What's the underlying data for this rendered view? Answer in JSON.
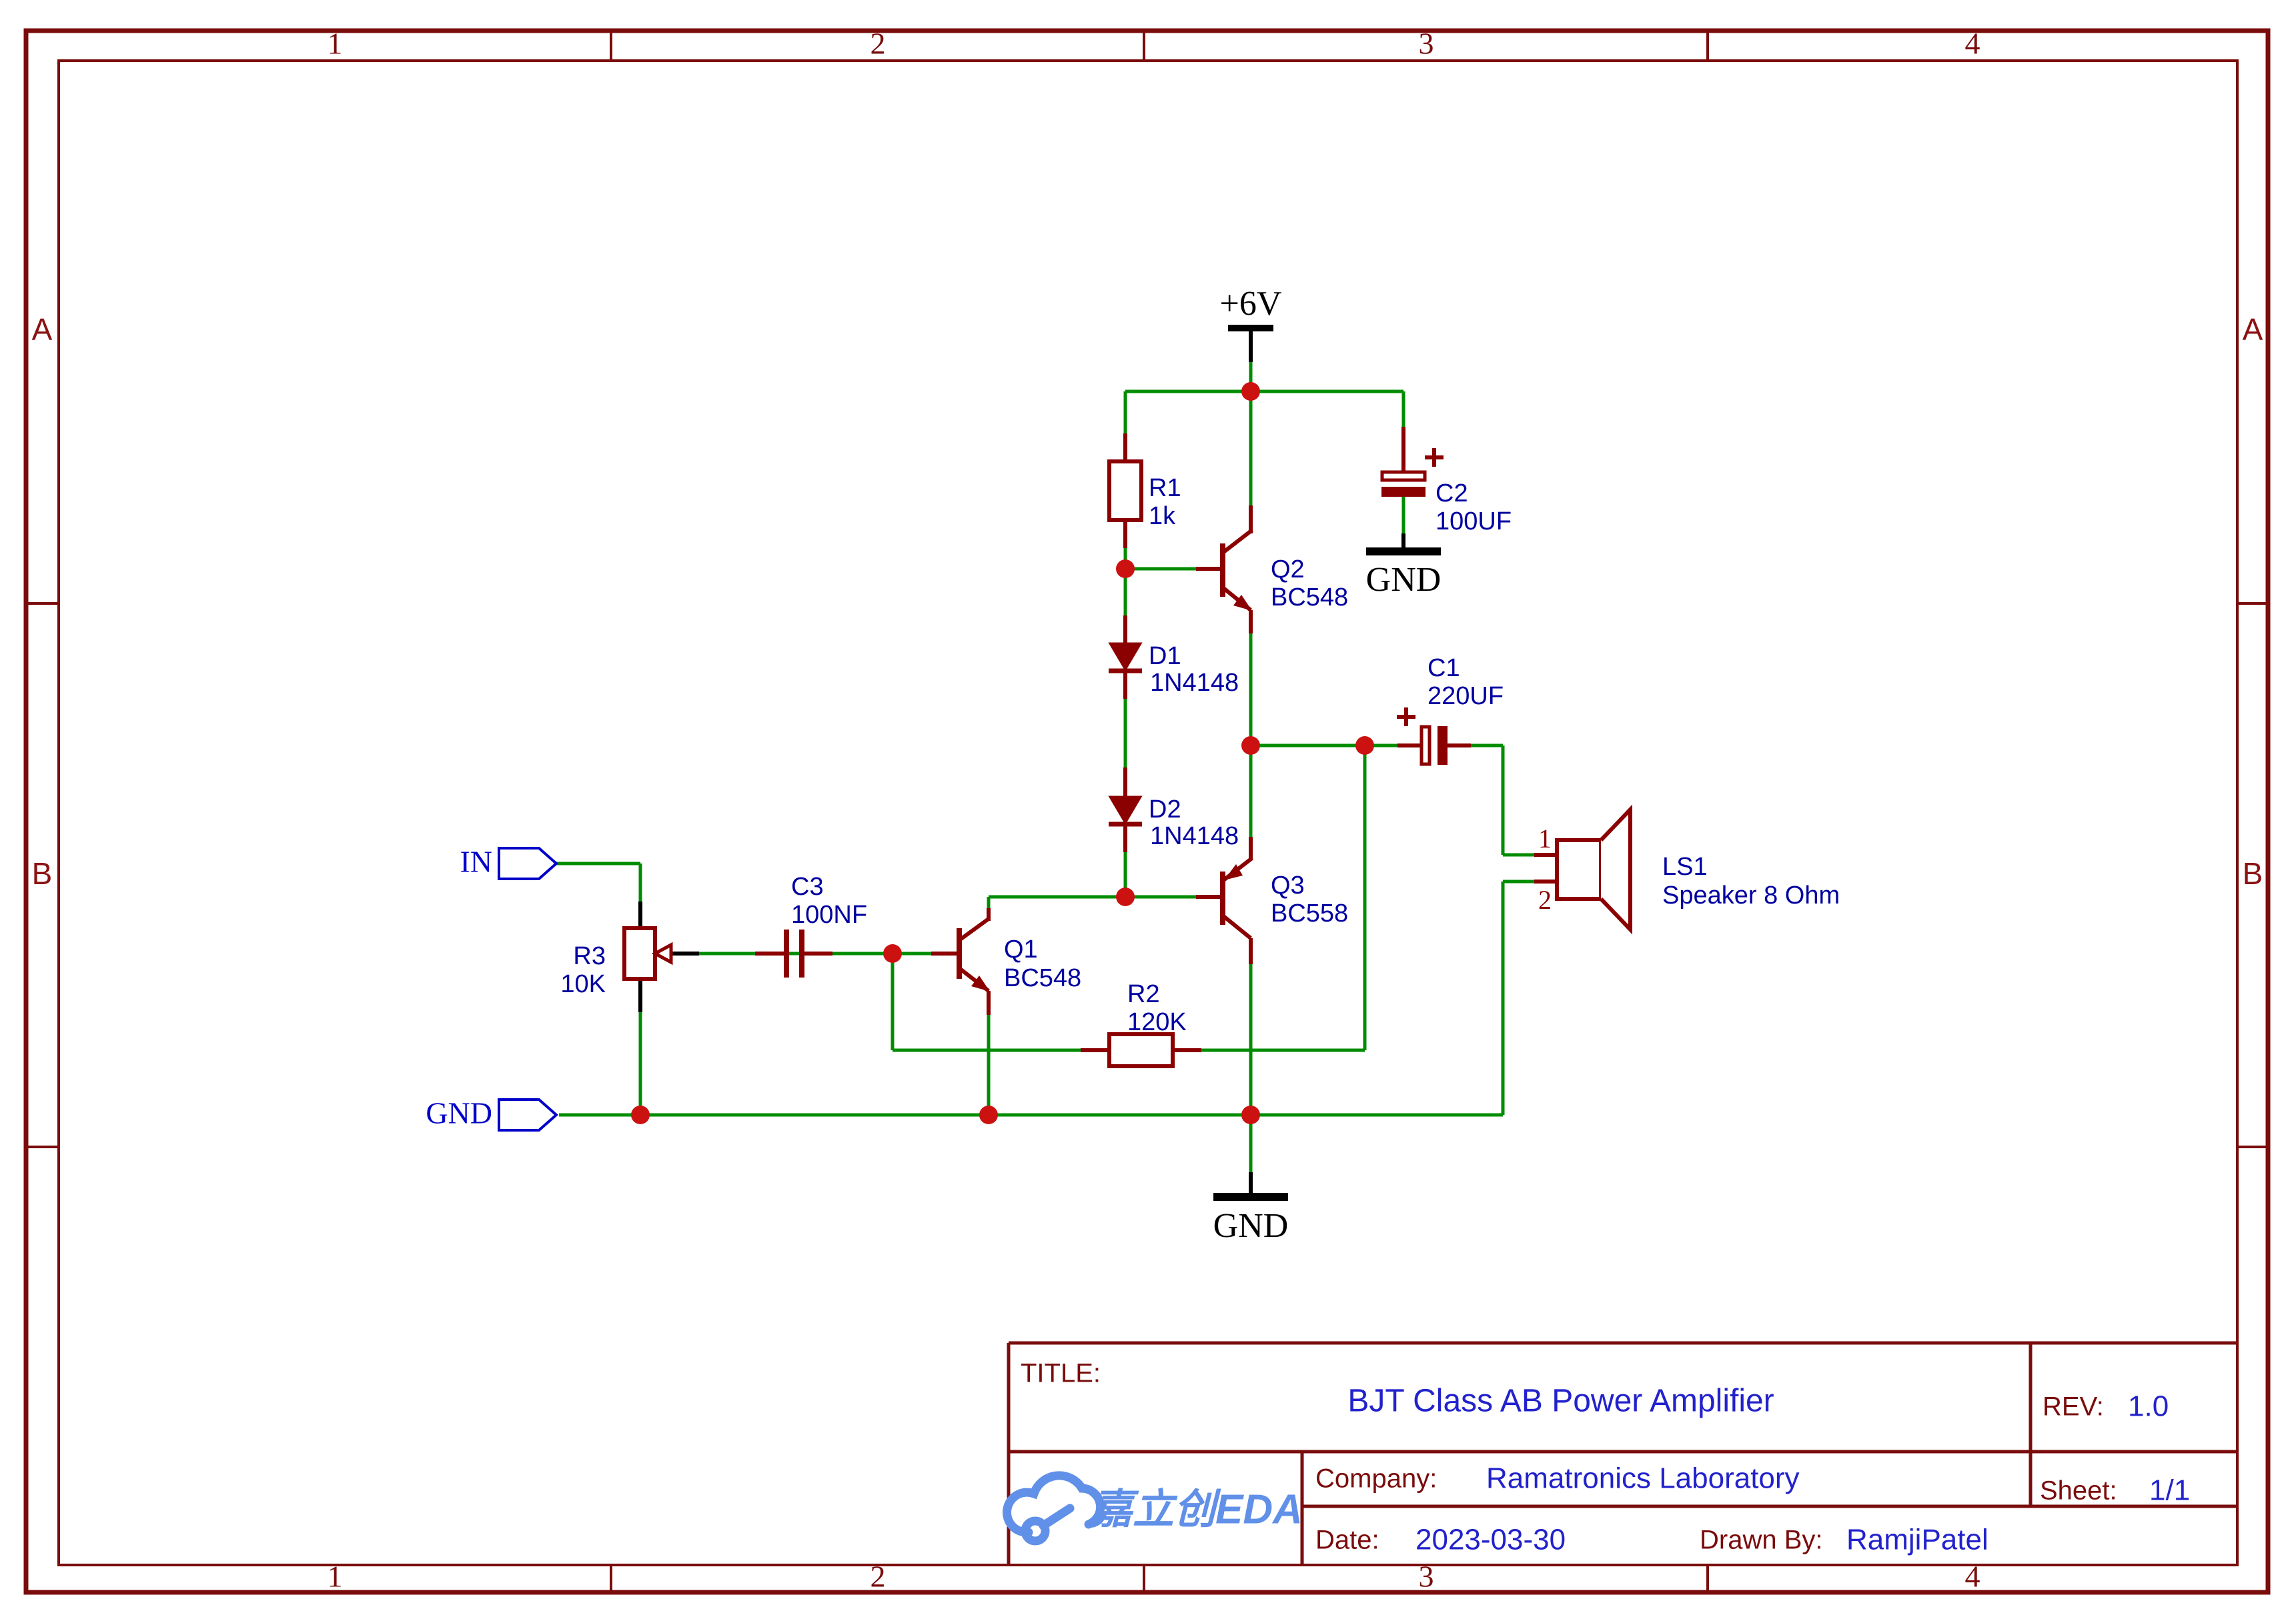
{
  "sheet": {
    "columns": [
      "1",
      "2",
      "3",
      "4"
    ],
    "rows": [
      "A",
      "B"
    ]
  },
  "power": {
    "vcc_label": "+6V",
    "gnd_main_label": "GND",
    "gnd_c2_label": "GND"
  },
  "ports": {
    "input_label": "IN",
    "ground_label": "GND"
  },
  "components": {
    "R1": {
      "ref": "R1",
      "value": "1k"
    },
    "R2": {
      "ref": "R2",
      "value": "120K"
    },
    "R3": {
      "ref": "R3",
      "value": "10K"
    },
    "C1": {
      "ref": "C1",
      "value": "220UF"
    },
    "C2": {
      "ref": "C2",
      "value": "100UF"
    },
    "C3": {
      "ref": "C3",
      "value": "100NF"
    },
    "D1": {
      "ref": "D1",
      "value": "1N4148"
    },
    "D2": {
      "ref": "D2",
      "value": "1N4148"
    },
    "Q1": {
      "ref": "Q1",
      "value": "BC548"
    },
    "Q2": {
      "ref": "Q2",
      "value": "BC548"
    },
    "Q3": {
      "ref": "Q3",
      "value": "BC558"
    },
    "LS1": {
      "ref": "LS1",
      "value": "Speaker 8 Ohm",
      "pin1": "1",
      "pin2": "2"
    }
  },
  "title_block": {
    "title_label": "TITLE:",
    "title": "BJT Class AB Power Amplifier",
    "rev_label": "REV:",
    "rev": "1.0",
    "company_label": "Company:",
    "company": "Ramatronics Laboratory",
    "sheet_label": "Sheet:",
    "sheet": "1/1",
    "date_label": "Date:",
    "date": "2023-03-30",
    "drawn_by_label": "Drawn By:",
    "drawn_by": "RamjiPatel",
    "logo_text": "嘉立创EDA"
  },
  "colors": {
    "wire": "#008C00",
    "component": "#8B0000",
    "junction": "#CC1111",
    "label": "#0000A0",
    "port": "#0000C8",
    "border": "#7A0C0C",
    "value_text": "#2222CC",
    "logo": "#6090E8"
  }
}
